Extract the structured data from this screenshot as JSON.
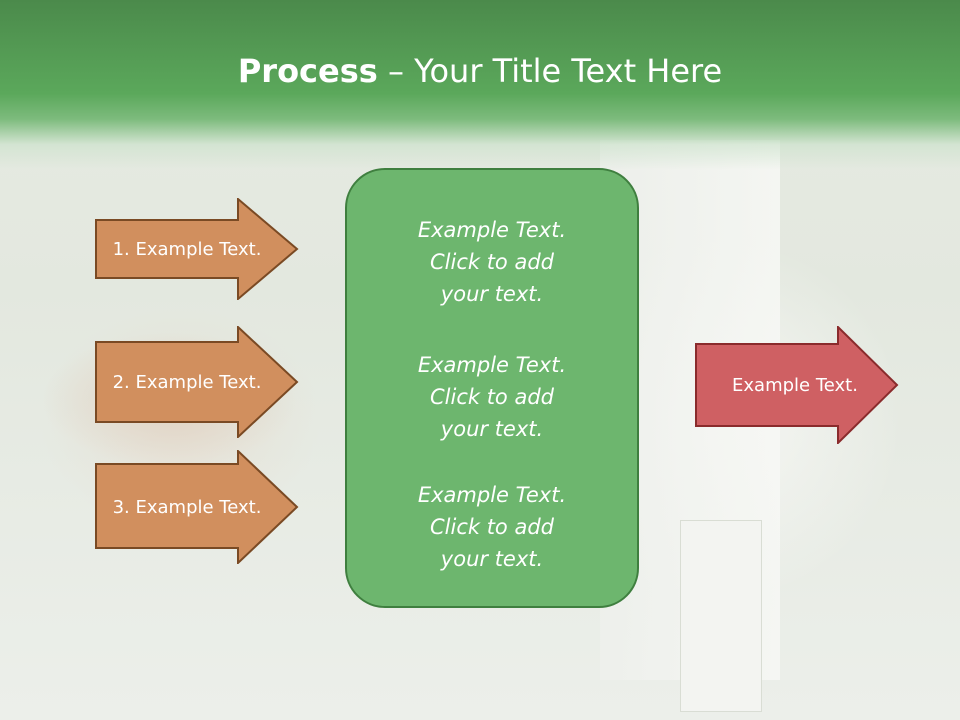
{
  "slide": {
    "title_bold": "Process",
    "title_rest": " – Your Title Text Here"
  },
  "left_arrows": [
    {
      "label": "1. Example Text."
    },
    {
      "label": "2. Example Text."
    },
    {
      "label": "3. Example Text."
    }
  ],
  "center_box": {
    "paragraphs": [
      [
        "Example Text.",
        "Click  to add",
        "your text."
      ],
      [
        "Example Text.",
        "Click  to add",
        "your text."
      ],
      [
        "Example Text.",
        "Click  to add",
        "your text."
      ]
    ]
  },
  "right_arrow": {
    "label": "Example Text."
  },
  "colors": {
    "header": "#5ba85b",
    "left_arrow_fill": "#d18f5e",
    "left_arrow_border": "#7a4a24",
    "center_fill": "#6db66e",
    "right_arrow_fill": "#cf6063",
    "right_arrow_border": "#8a2b2c"
  }
}
